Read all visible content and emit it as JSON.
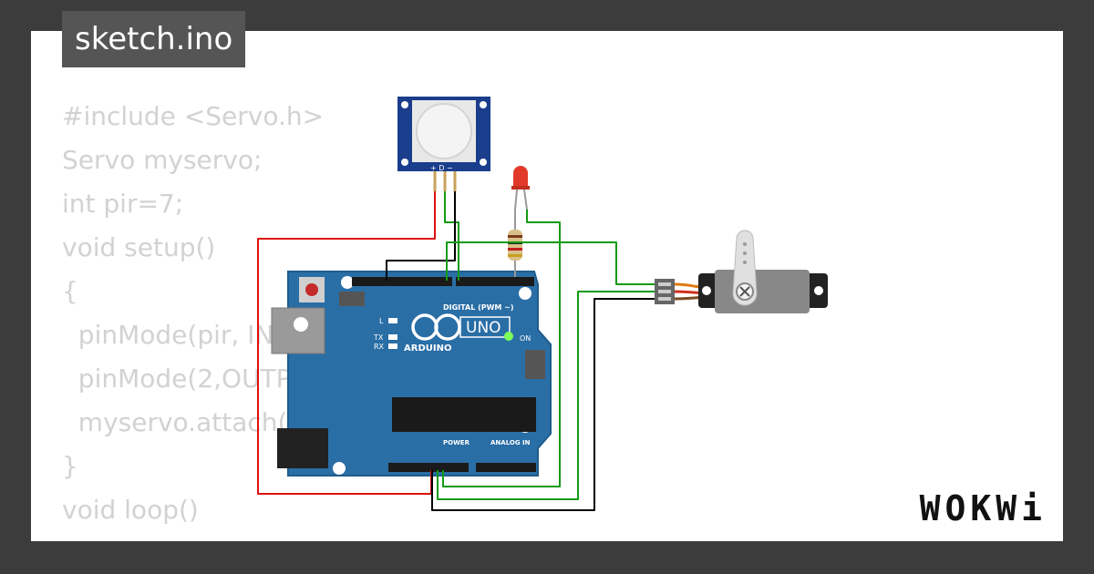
{
  "tab": {
    "filename": "sketch.ino"
  },
  "code_lines": [
    "#include <Servo.h>",
    "Servo myservo;",
    "int pir=7;",
    "void setup()",
    "{",
    "  pinMode(pir, INPUT);",
    "  pinMode(2,OUTPUT);",
    "  myservo.attach(9);",
    "}",
    "void loop()",
    "{"
  ],
  "arduino": {
    "board_name": "UNO",
    "brand": "ARDUINO",
    "digital_label": "DIGITAL (PWM ~)",
    "power_label": "POWER",
    "analog_label": "ANALOG IN",
    "on_label": "ON",
    "l_label": "L",
    "tx_label": "TX",
    "rx_label": "RX"
  },
  "pir": {
    "pin_labels": "+ D −"
  },
  "branding": {
    "logo": "WOKWi"
  },
  "colors": {
    "code_text": "#d2d2d2",
    "board": "#2a6ea6",
    "wire_red": "#e01010",
    "wire_green": "#129a12",
    "wire_black": "#000000",
    "led": "#e23a2a"
  }
}
